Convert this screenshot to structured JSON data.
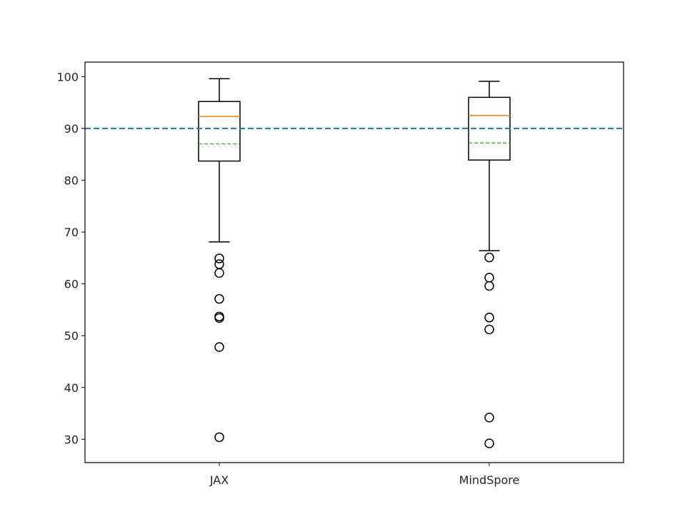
{
  "chart_data": {
    "type": "box",
    "title": "",
    "xlabel": "",
    "ylabel": "",
    "ylim": [
      25.5,
      102.8
    ],
    "yticks": [
      30,
      40,
      50,
      60,
      70,
      80,
      90,
      100
    ],
    "grid": false,
    "categories": [
      "JAX",
      "MindSpore"
    ],
    "boxes": [
      {
        "label": "JAX",
        "whisker_low": 68.1,
        "q1": 83.7,
        "median": 92.3,
        "mean": 87.0,
        "q3": 95.2,
        "whisker_high": 99.6,
        "outliers": [
          64.9,
          63.8,
          62.1,
          57.1,
          53.7,
          53.4,
          47.8,
          30.4
        ]
      },
      {
        "label": "MindSpore",
        "whisker_low": 66.4,
        "q1": 83.9,
        "median": 92.5,
        "mean": 87.2,
        "q3": 96.0,
        "whisker_high": 99.1,
        "outliers": [
          65.1,
          61.2,
          59.6,
          53.5,
          51.2,
          34.2,
          29.2
        ]
      }
    ],
    "reference_line": {
      "y": 90,
      "style": "dashed"
    },
    "colors": {
      "box": "#000000",
      "median": "#ff7f0e",
      "mean": "#2ca02c",
      "reference": "#1f77b4"
    }
  }
}
